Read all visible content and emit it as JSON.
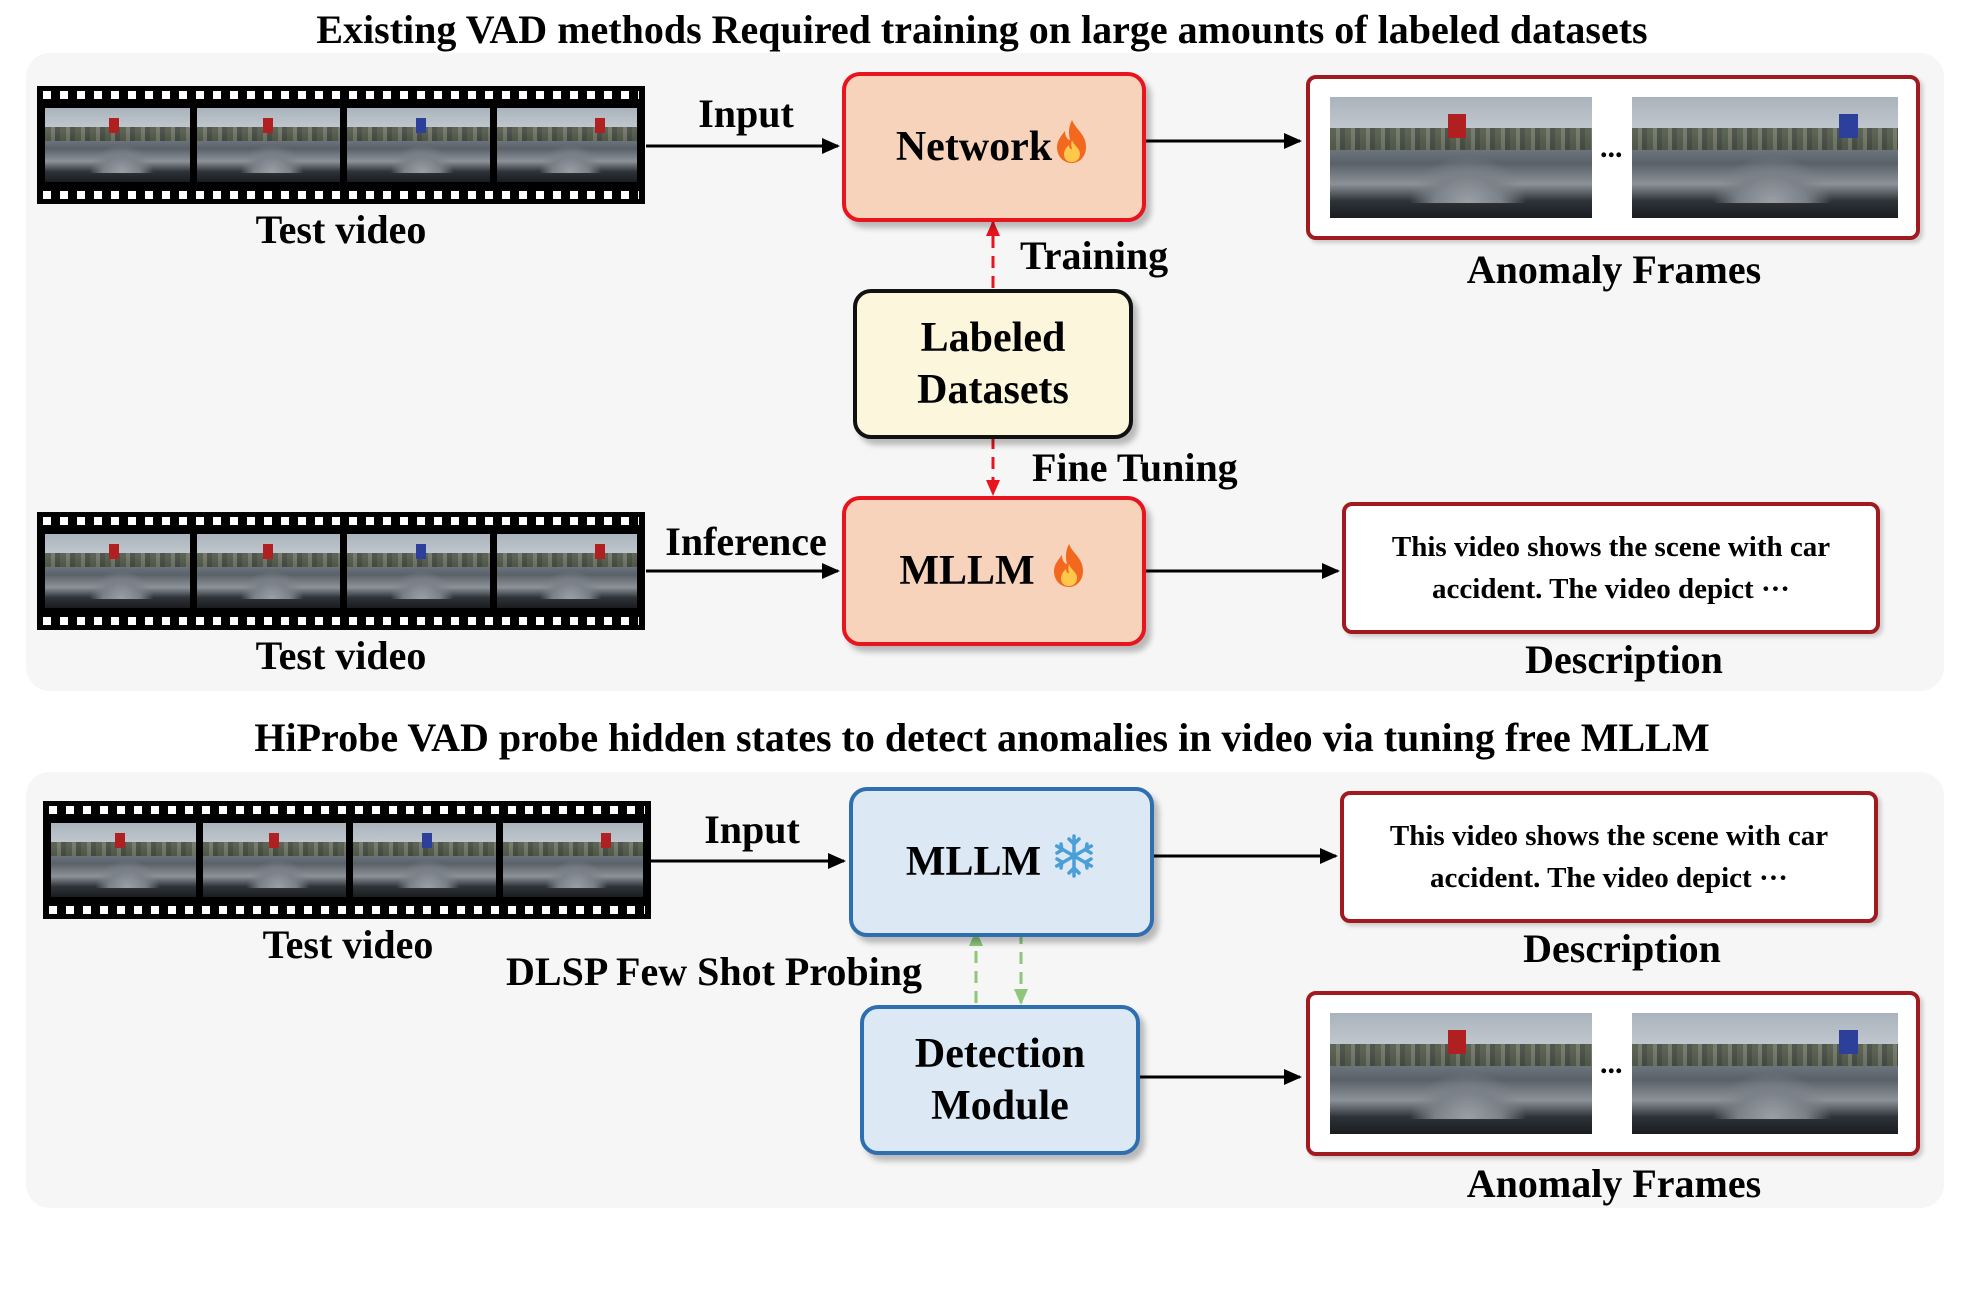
{
  "top_panel": {
    "title": "Existing VAD methods Required training on large amounts of labeled datasets",
    "test_video_label_1": "Test video",
    "test_video_label_2": "Test video",
    "input_label": "Input",
    "inference_label": "Inference",
    "network_box": "Network",
    "training_label": "Training",
    "labeled_datasets_line1": "Labeled",
    "labeled_datasets_line2": "Datasets",
    "fine_tuning_label": "Fine Tuning",
    "mllm_box": "MLLM",
    "anomaly_frames_label": "Anomaly Frames",
    "ellipsis": "...",
    "description_line1": "This video shows the scene with car",
    "description_line2": "accident. The video depict ···",
    "description_label": "Description"
  },
  "bottom_panel": {
    "title": "HiProbe VAD probe hidden states to detect anomalies in video via tuning free MLLM",
    "test_video_label": "Test video",
    "input_label": "Input",
    "mllm_box": "MLLM",
    "probing_label": "DLSP Few Shot Probing",
    "detection_line1": "Detection",
    "detection_line2": "Module",
    "description_line1": "This video shows the scene with car",
    "description_line2": "accident. The video depict ···",
    "description_label": "Description",
    "ellipsis": "...",
    "anomaly_frames_label": "Anomaly Frames"
  },
  "icons": {
    "trainable": "fire-icon",
    "frozen": "snowflake-icon"
  },
  "colors": {
    "trainable_fill": "#f8d3bb",
    "trainable_border": "#e8141e",
    "frozen_fill": "#dce8f4",
    "frozen_border": "#2f6fb0",
    "dataset_fill": "#fbf6dc",
    "output_border": "#a11a1f",
    "training_arrow": "#e8141e",
    "probing_arrow": "#8fc77a"
  }
}
